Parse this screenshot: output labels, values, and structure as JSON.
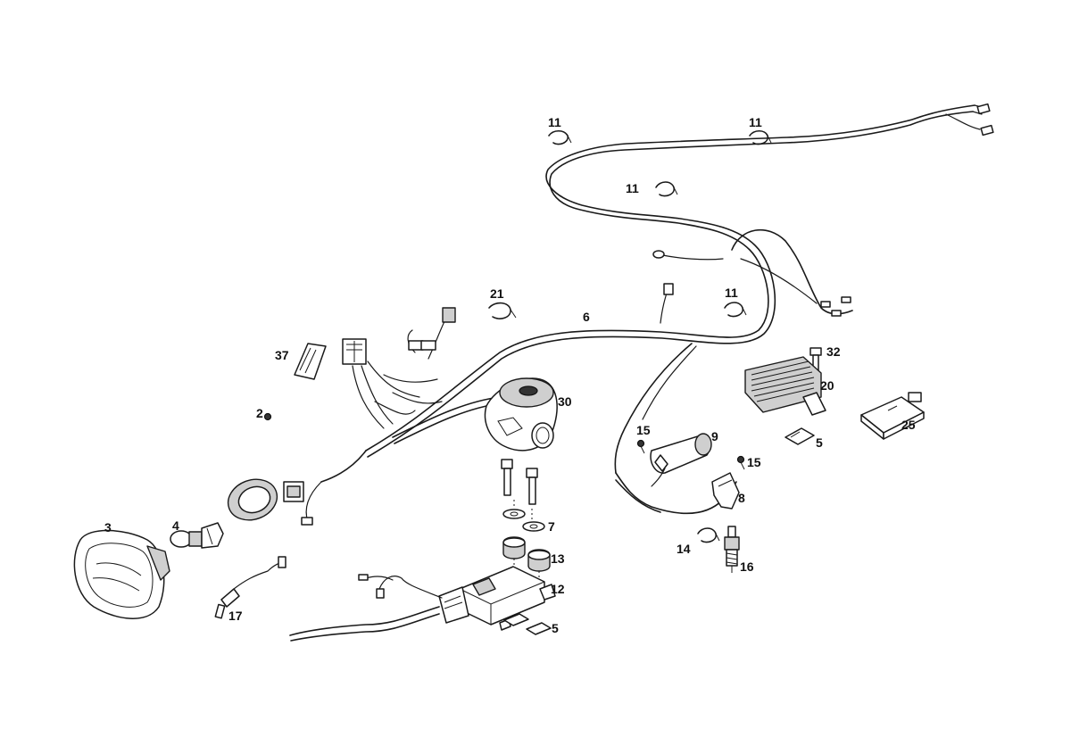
{
  "callouts": {
    "c11a": "11",
    "c11b": "11",
    "c11c": "11",
    "c11d": "11",
    "c21": "21",
    "c6": "6",
    "c37": "37",
    "c2": "2",
    "c30": "30",
    "c32": "32",
    "c20": "20",
    "c25": "25",
    "c5a": "5",
    "c9": "9",
    "c15a": "15",
    "c15b": "15",
    "c8": "8",
    "c7": "7",
    "c13": "13",
    "c12": "12",
    "c5b": "5",
    "c3": "3",
    "c4": "4",
    "c17": "17",
    "c14": "14",
    "c16": "16"
  }
}
